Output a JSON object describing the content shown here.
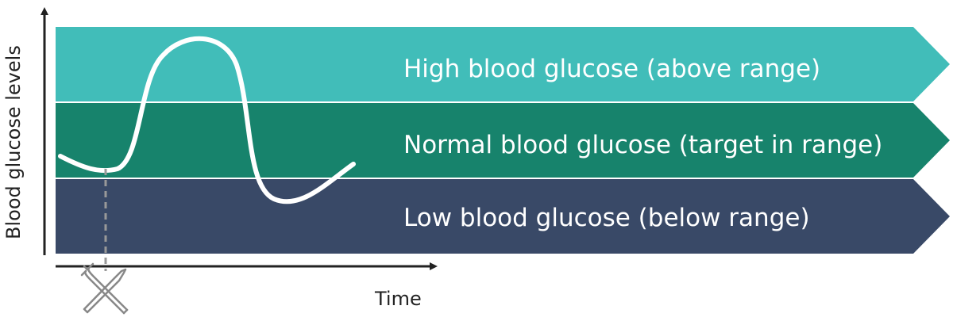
{
  "axes": {
    "y_label": "Blood glucose levels",
    "x_label": "Time"
  },
  "bands": [
    {
      "id": "high",
      "label": "High blood glucose (above range)",
      "color": "#41BDB9"
    },
    {
      "id": "normal",
      "label": "Normal blood glucose (target in range)",
      "color": "#17836C"
    },
    {
      "id": "low",
      "label": "Low blood glucose (below range)",
      "color": "#394967"
    }
  ],
  "colors": {
    "curve": "#FFFFFF",
    "label_text": "#FFFFFF",
    "axis": "#222222",
    "marker_line": "#999999",
    "meal_icon": "#888888"
  },
  "icons": {
    "meal": "fork-and-knife-icon"
  }
}
